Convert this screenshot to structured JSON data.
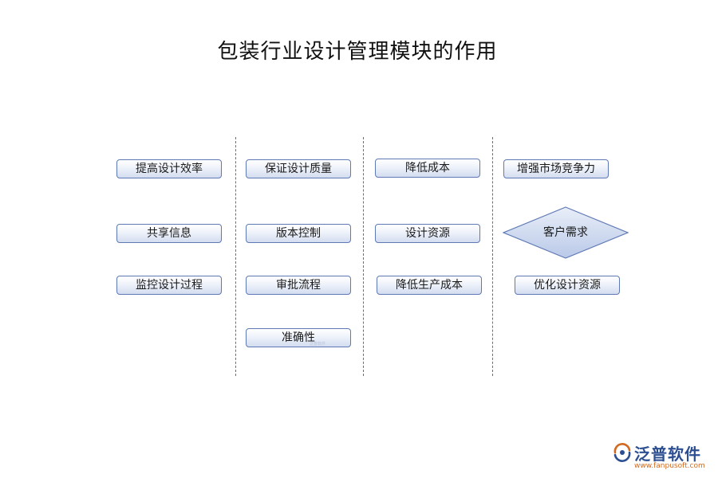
{
  "title": "包装行业设计管理模块的作用",
  "columns": [
    {
      "items": [
        "提高设计效率",
        "共享信息",
        "监控设计过程"
      ]
    },
    {
      "items": [
        "保证设计质量",
        "版本控制",
        "审批流程",
        "准确性"
      ]
    },
    {
      "items": [
        "降低成本",
        "设计资源",
        "降低生产成本"
      ]
    },
    {
      "items": [
        "增强市场竞争力",
        "客户需求",
        "优化设计资源"
      ]
    }
  ],
  "small_watermark": "泛普软件",
  "logo": {
    "name": "泛普软件",
    "url": "www.fanpusoft.com"
  },
  "colors": {
    "box_border": "#5f79b4",
    "box_fill_bottom": "#d3ddf0",
    "diamond_fill": "#c9d6ee",
    "logo_blue": "#2d4f91",
    "logo_orange": "#d2691e"
  }
}
